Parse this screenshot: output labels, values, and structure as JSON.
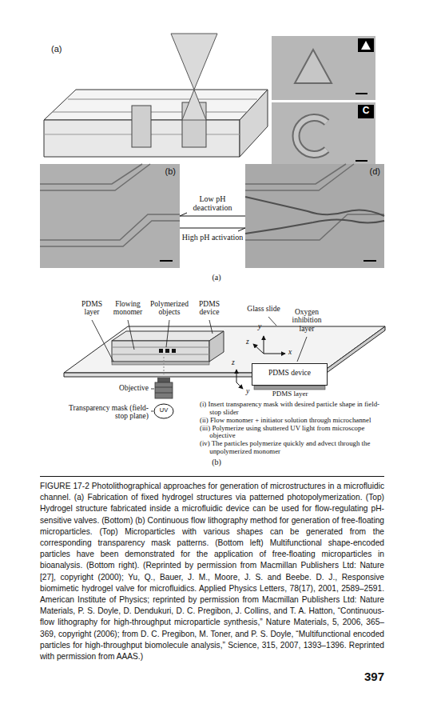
{
  "diagram": {
    "caption": "FIGURE 17-2 Photolithographical approaches for generation of microstructures in a microfluidic channel. (a) Fabrication of fixed hydrogel structures via patterned photopolymerization. (Top) Hydrogel structure fabricated inside a microfluidic device can be used for flow-regulating pH-sensitive valves. (Bottom) (b) Continuous flow lithography method for generation of free-floating microparticles. (Top) Microparticles with various shapes can be generated from the corresponding transparency mask patterns. (Bottom left) Multifunctional shape-encoded particles have been demonstrated for the application of free-floating microparticles in bioanalysis. (Bottom right). (Reprinted by permission from Macmillan Publishers Ltd: Nature [27], copyright (2000); Yu, Q., Bauer, J. M., Moore, J. S. and Beebe. D. J., Responsive biomimetic hydrogel valve for microfluidics. Applied Physics Letters, 78(17), 2001, 2589–2591. American Institute of Physics; reprinted by permission from Macmillan Publishers Ltd: Nature Materials, P. S. Doyle, D. Dendukuri, D. C. Pregibon, J. Collins, and T. A. Hatton, “Continuous-flow lithography for high-throughput microparticle synthesis,” Nature Materials, 5, 2006, 365–369, copyright (2006); from D. C. Pregibon, M. Toner, and P. S. Doyle, “Multifunctional encoded particles for high-throughput biomolecule analysis,” Science, 315, 2007, 1393–1396. Reprinted with permission from AAAS.)",
    "nodes": [
      {
        "text": [
          "(b)"
        ]
      },
      {
        "text": [
          "(d)"
        ]
      },
      {
        "text": [
          "PDMS device"
        ]
      }
    ],
    "edges": [
      {
        "from": 1,
        "to": 0,
        "label": "Low pH deactivation",
        "arrow": "to"
      },
      {
        "from": 0,
        "to": 1,
        "label": "High pH activation",
        "arrow": "to"
      }
    ],
    "labels": [
      "(a)",
      "(a)",
      "PDMS layer",
      "Flowing monomer",
      "Polymerized objects",
      "PDMS device",
      "Glass slide",
      "Oxygen inhibition layer",
      "y",
      "z",
      "x",
      "z",
      "y",
      "Objective",
      "Transparency mask (field-stop plane)",
      "UV",
      "(i) Insert transparency mask with desired particle shape in field-stop slider",
      "(ii) Flow monomer + initiator solution through microchannel",
      "(iii) Polymerize using shuttered UV light from microscope objective",
      "(iv) The particles polymerize quickly and advect through the unpolymerized monomer",
      "PDMS layer",
      "(b)",
      "C",
      "397"
    ]
  }
}
